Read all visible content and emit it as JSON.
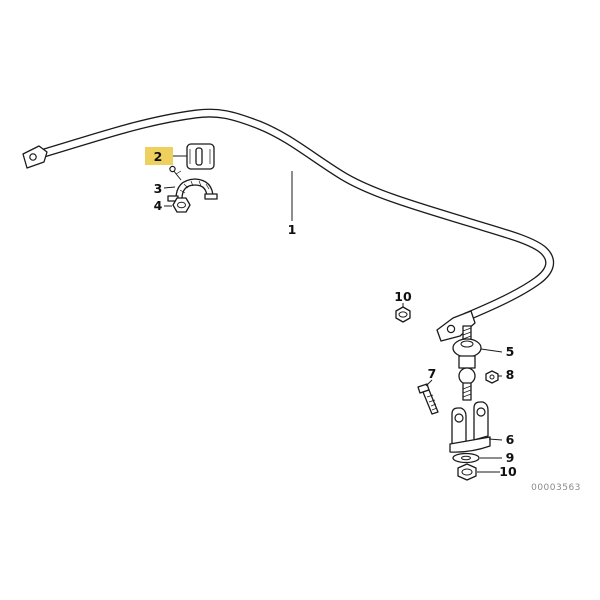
{
  "diagram": {
    "drawing_number": "00003563",
    "highlight_color": "#edd05e",
    "callouts": {
      "c1": {
        "label": "1"
      },
      "c2": {
        "label": "2",
        "highlighted": true
      },
      "c3": {
        "label": "3"
      },
      "c4": {
        "label": "4"
      },
      "c5": {
        "label": "5"
      },
      "c6": {
        "label": "6"
      },
      "c7": {
        "label": "7"
      },
      "c8": {
        "label": "8"
      },
      "c9": {
        "label": "9"
      },
      "c10a": {
        "label": "10"
      },
      "c10b": {
        "label": "10"
      }
    }
  }
}
